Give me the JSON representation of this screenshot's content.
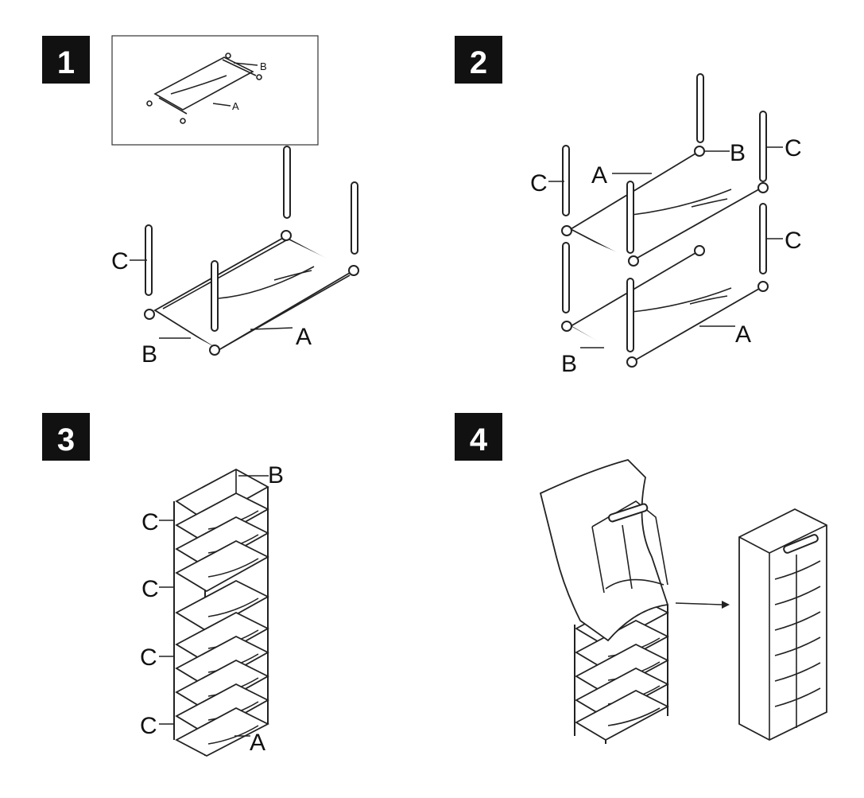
{
  "steps": [
    {
      "number": "1"
    },
    {
      "number": "2"
    },
    {
      "number": "3"
    },
    {
      "number": "4"
    }
  ],
  "labels": {
    "part_a": "A",
    "part_b": "B",
    "part_c": "C"
  },
  "colors": {
    "line": "#222222",
    "badge": "#111111",
    "background": "#ffffff"
  }
}
